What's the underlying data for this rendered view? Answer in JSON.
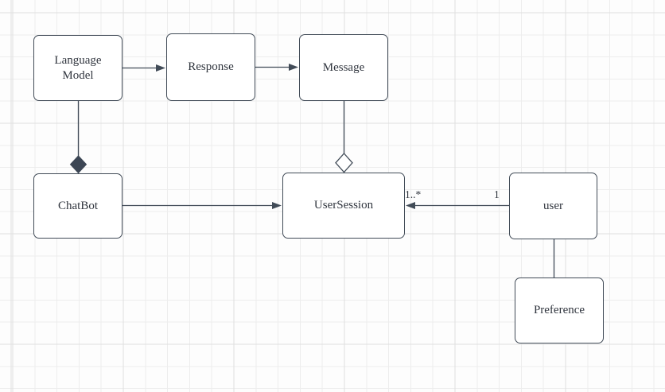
{
  "diagram": {
    "kind": "uml-class-diagram-canvas",
    "nodes": {
      "language_model": {
        "label": "Language\nModel"
      },
      "response": {
        "label": "Response"
      },
      "message": {
        "label": "Message"
      },
      "chatbot": {
        "label": "ChatBot"
      },
      "user_session": {
        "label": "UserSession"
      },
      "user": {
        "label": "user"
      },
      "preference": {
        "label": "Preference"
      }
    },
    "edges": [
      {
        "from": "Language Model",
        "to": "Response",
        "style": "directed-arrow"
      },
      {
        "from": "Response",
        "to": "Message",
        "style": "directed-arrow"
      },
      {
        "from": "Language Model",
        "to": "ChatBot",
        "style": "composition-filled-diamond-at-target"
      },
      {
        "from": "Message",
        "to": "UserSession",
        "style": "aggregation-hollow-diamond-at-target"
      },
      {
        "from": "ChatBot",
        "to": "UserSession",
        "style": "directed-arrow"
      },
      {
        "from": "user",
        "to": "UserSession",
        "style": "directed-arrow",
        "source_multiplicity": "1",
        "target_multiplicity": "1..*"
      },
      {
        "from": "user",
        "to": "Preference",
        "style": "plain-line"
      }
    ],
    "colors": {
      "stroke": "#414b57",
      "node_fill": "#ffffff",
      "text": "#30353e",
      "grid_minor": "#ededed",
      "grid_major": "#e0e0e0",
      "canvas_background": "#fdfdfd"
    }
  }
}
